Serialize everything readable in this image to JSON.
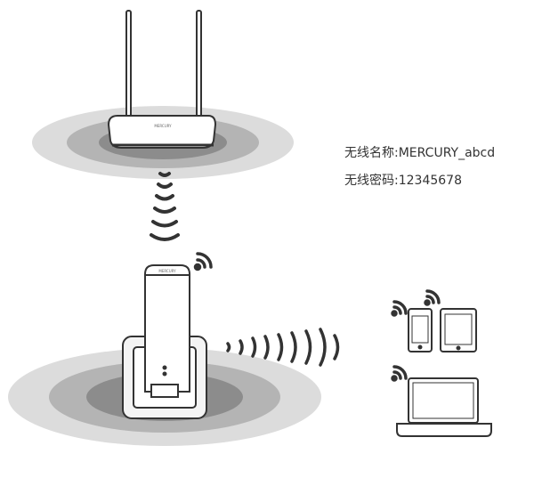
{
  "brand": "MERCURY",
  "wifi": {
    "ssid_label": "无线名称:",
    "ssid": "MERCURY_abcd",
    "password_label": "无线密码:",
    "password": "12345678"
  },
  "colors": {
    "ring_outer": "#dcdcdc",
    "ring_mid": "#b4b4b4",
    "ring_inner": "#8c8c8c",
    "stroke": "#333333"
  }
}
